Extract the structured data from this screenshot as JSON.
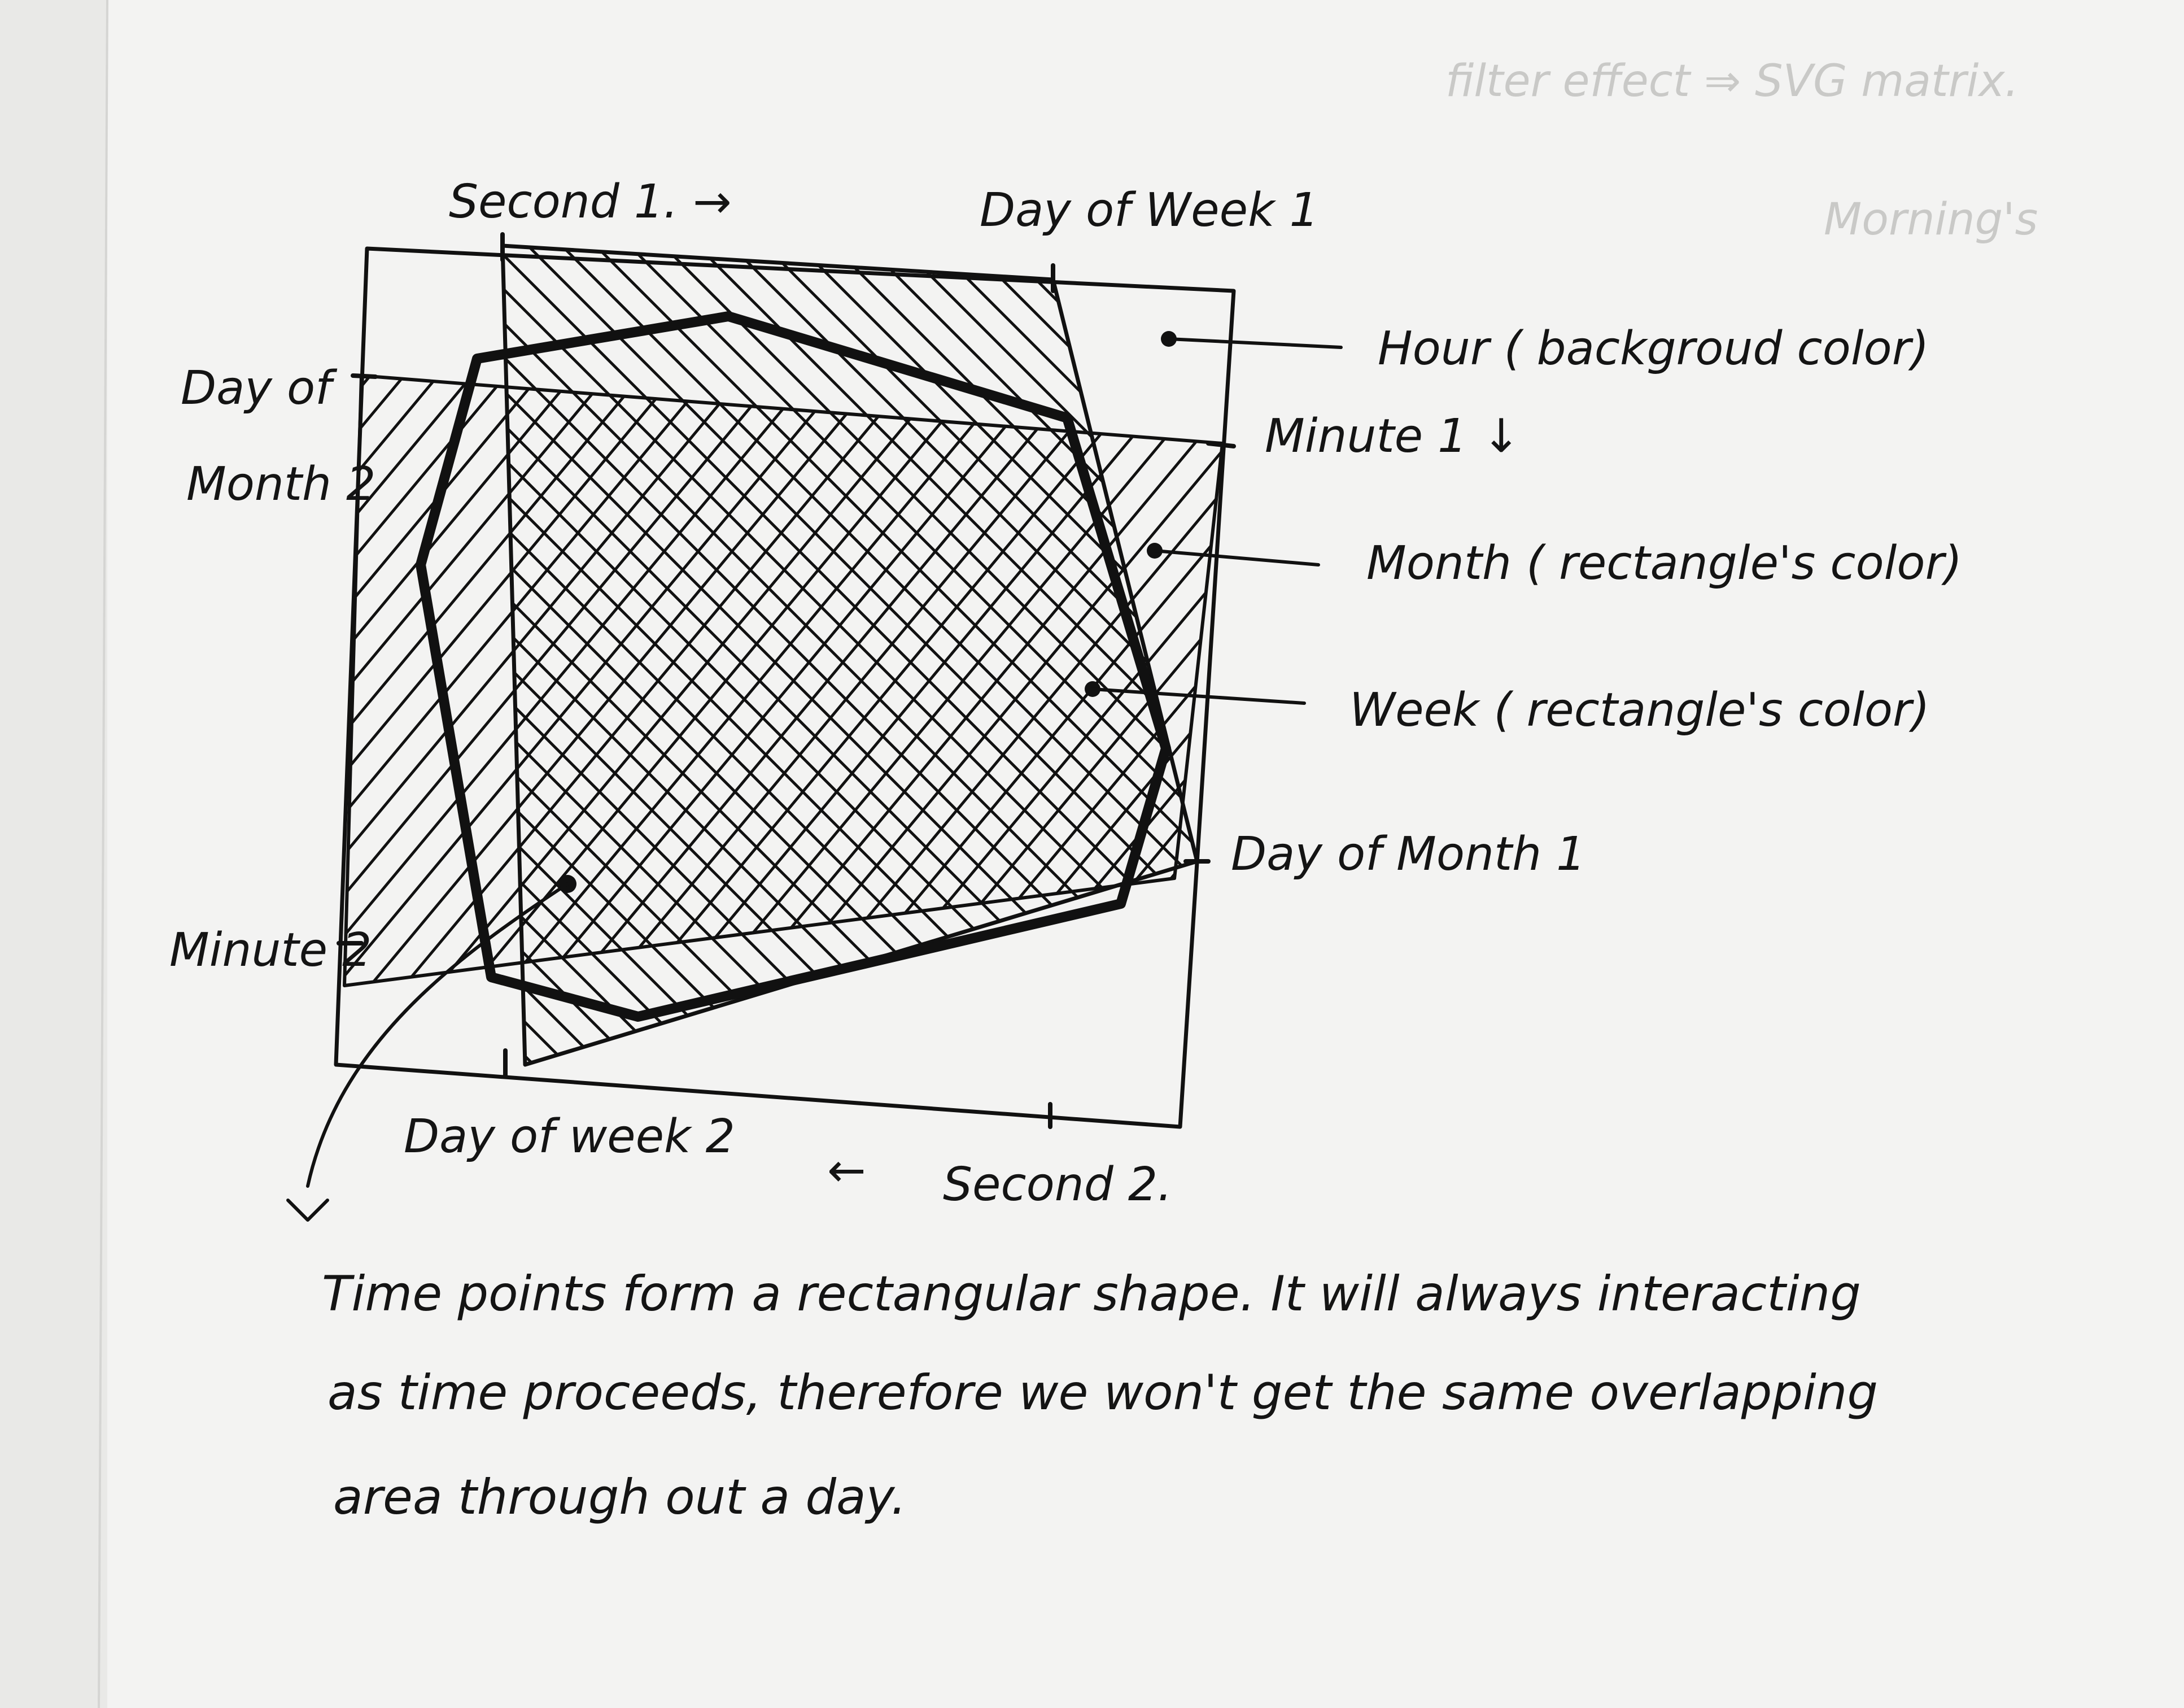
{
  "faint_notes": [
    "filter effect ⇒ SVG matrix.",
    "Morning's"
  ],
  "labels": {
    "second_1": "Second 1. →",
    "day_of_week_1": "Day of Week 1",
    "day_of_month_2_line1": "Day of",
    "day_of_month_2_line2": "Month 2",
    "hour": "Hour ( backgroud color)",
    "minute_1": "Minute 1 ↓",
    "month": "Month ( rectangle's color)",
    "week": "Week ( rectangle's color)",
    "day_of_month_1": "Day of Month 1",
    "minute_2": "Minute 2",
    "day_of_week_2": "Day of week 2",
    "second_2_arrow": "←",
    "second_2": "Second 2."
  },
  "note": [
    "Time points form a rectangular shape. It will always interacting",
    "as time proceeds, therefore we won't get the same overlapping",
    "area through out a day."
  ]
}
